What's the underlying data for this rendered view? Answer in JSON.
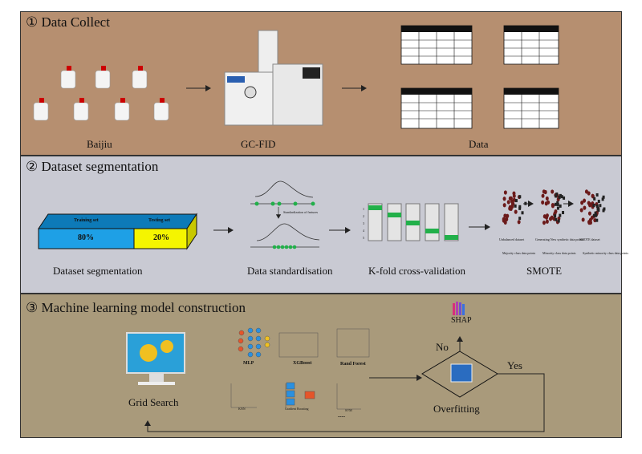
{
  "sections": [
    {
      "title": "① Data Collect",
      "labels": [
        "Baijiu",
        "GC-FID",
        "Data"
      ]
    },
    {
      "title": "② Dataset segmentation",
      "split": {
        "train_label": "Training set",
        "train_pct": "80%",
        "test_label": "Testing set",
        "test_pct": "20%"
      },
      "labels": [
        "Dataset segmentation",
        "Data standardisation",
        "K-fold cross-validation",
        "SMOTE"
      ],
      "standardisation_note": "Standardization of features",
      "kfold_ticks": [
        "1",
        "2",
        "3",
        "4",
        "5"
      ],
      "smote": {
        "captions": [
          "Unbalanced dataset",
          "Generating New synthetic data points",
          "SMOTE dataset"
        ],
        "legend": [
          "Majority class data points",
          "Minority class data points",
          "Synthetic minority class data points"
        ]
      }
    },
    {
      "title": "③ Machine learning model construction",
      "grid_search": "Grid Search",
      "models": [
        "MLP",
        "XGBoost",
        "Rand Forest",
        "KNN",
        "Gradient Boosting",
        "SVM",
        "......"
      ],
      "decision": "Overfitting",
      "no": "No",
      "yes": "Yes",
      "shap": "SHAP"
    }
  ],
  "colors": {
    "section1": "#b68f70",
    "section2": "#c9cad3",
    "section3": "#a99a7b",
    "train": "#1ea0e6",
    "test": "#f5f500",
    "fold": "#22b04a"
  }
}
